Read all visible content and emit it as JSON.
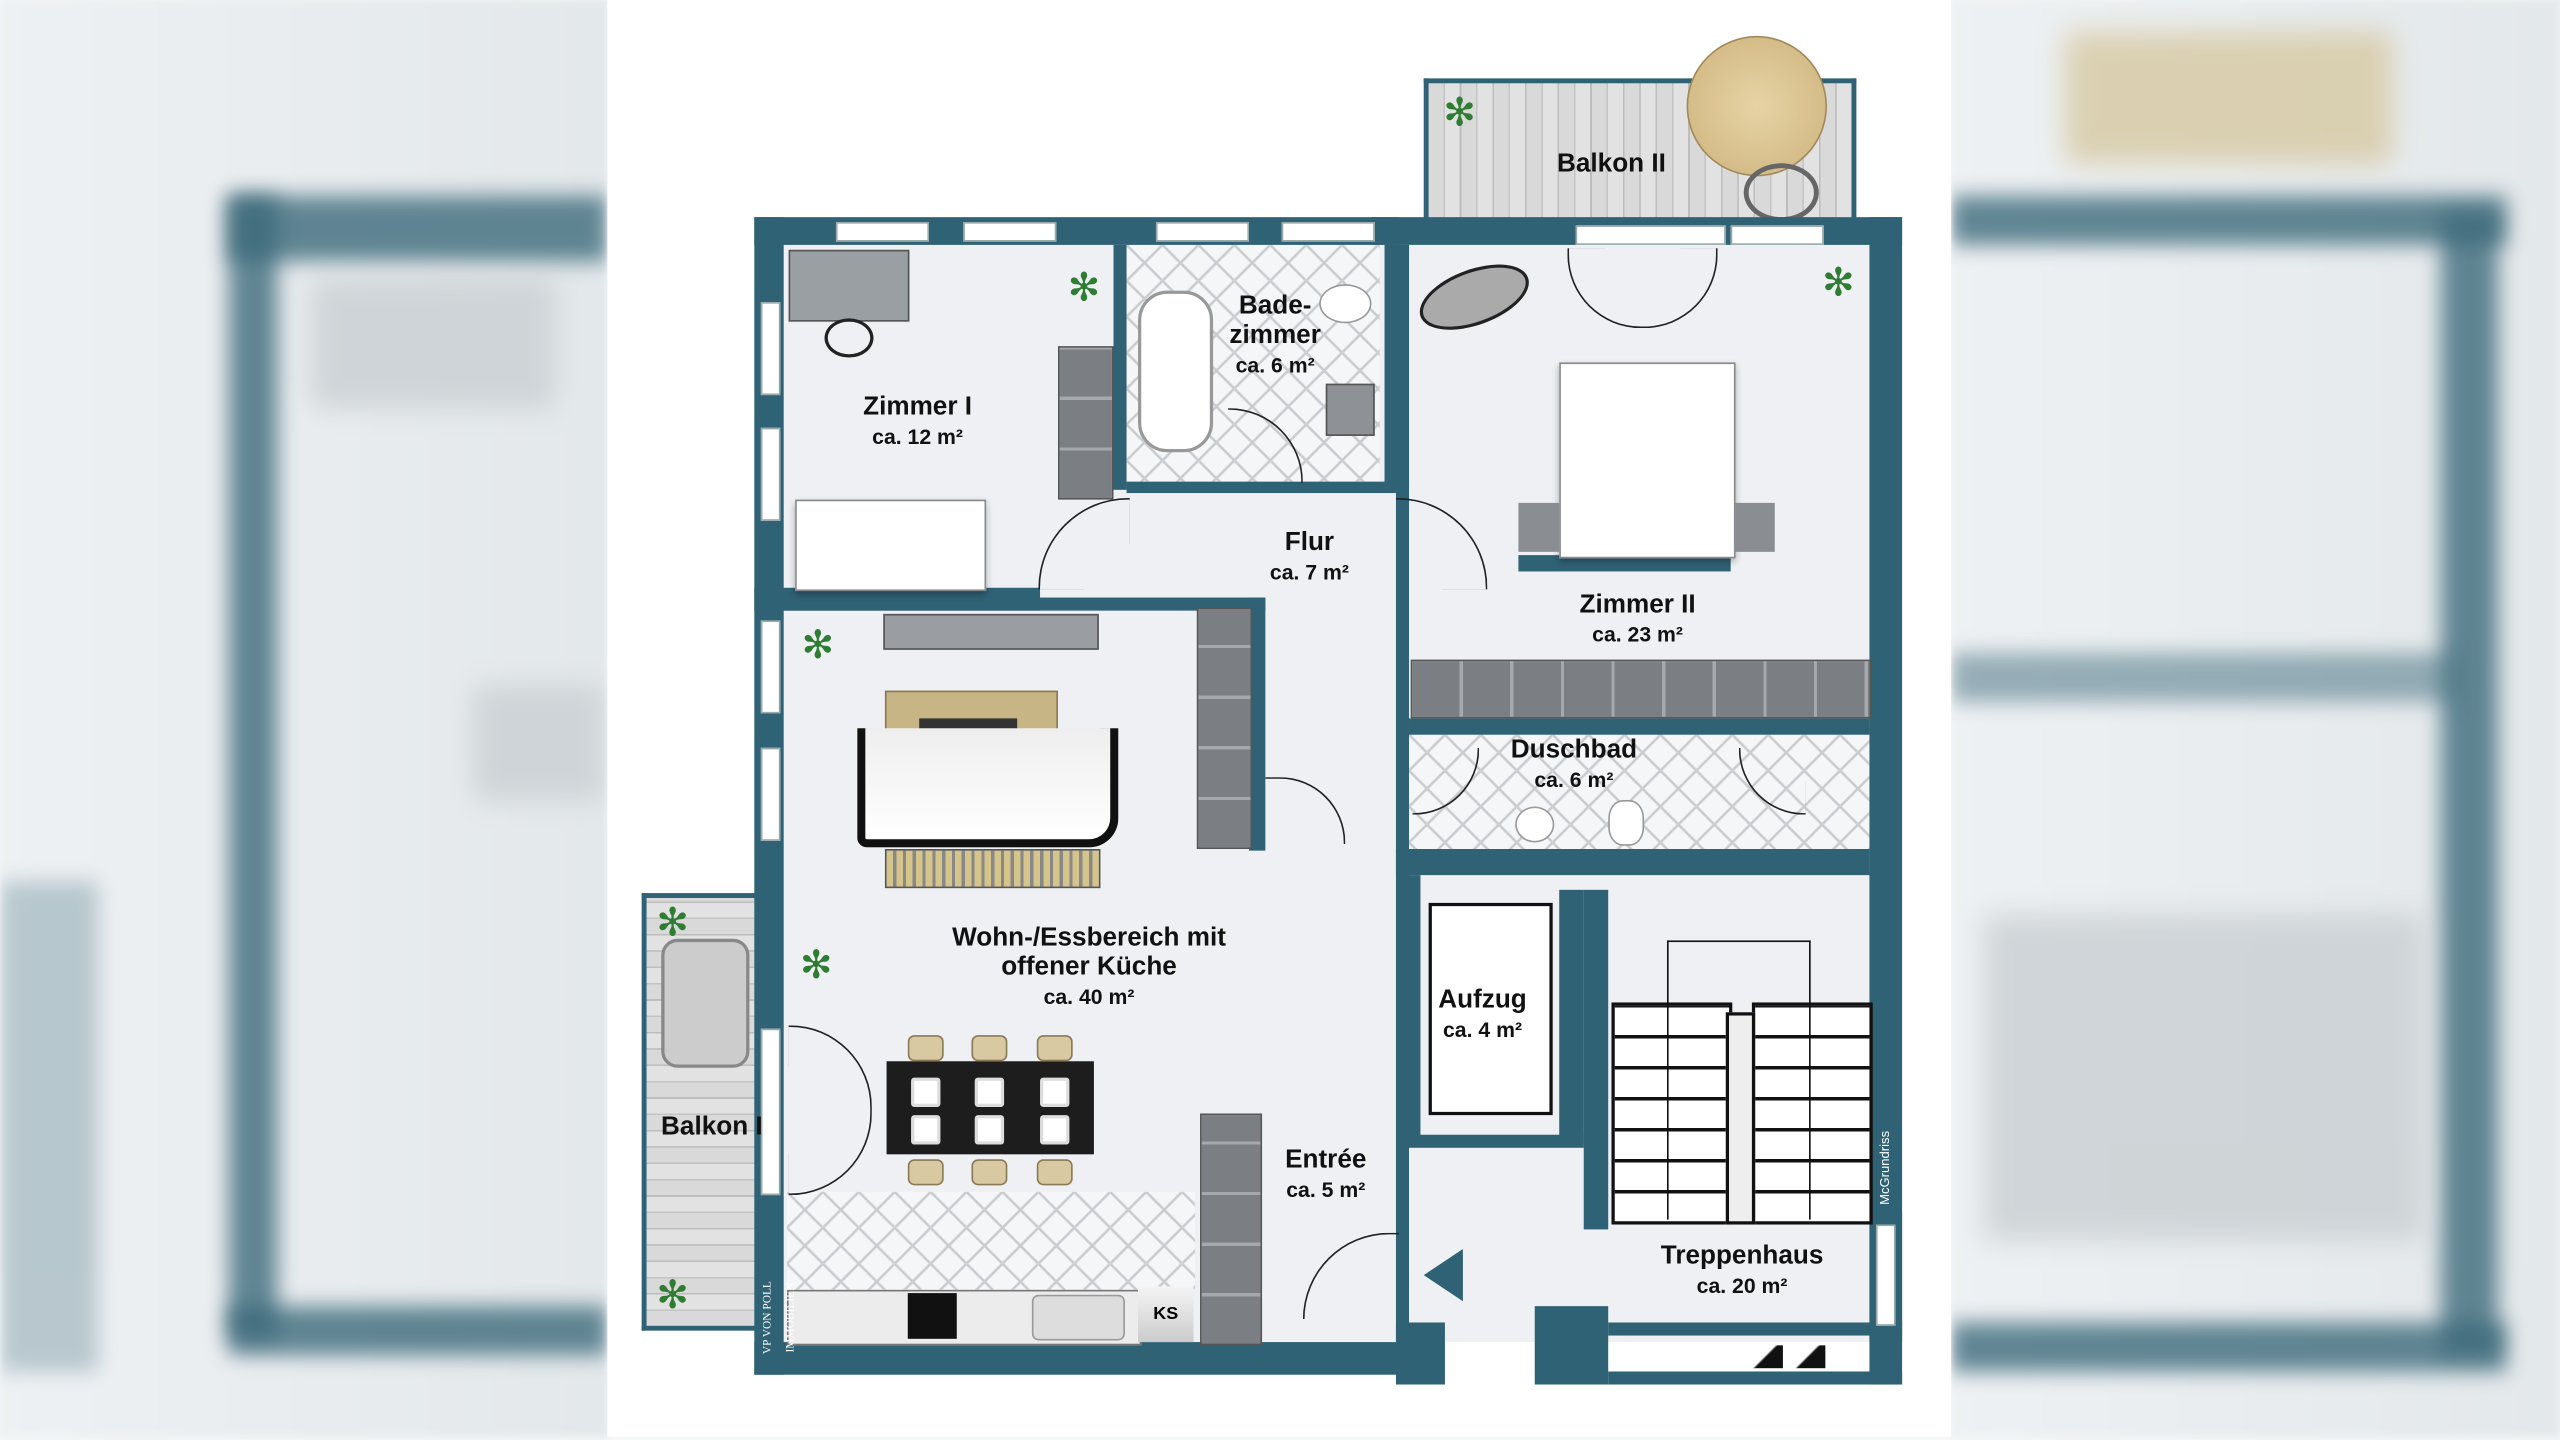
{
  "rooms": {
    "zimmer1": {
      "name": "Zimmer I",
      "area": "ca. 12 m²"
    },
    "bad": {
      "name1": "Bade-",
      "name2": "zimmer",
      "area": "ca. 6 m²"
    },
    "flur": {
      "name": "Flur",
      "area": "ca. 7 m²"
    },
    "zimmer2": {
      "name": "Zimmer II",
      "area": "ca. 23 m²"
    },
    "duschbad": {
      "name": "Duschbad",
      "area": "ca. 6 m²"
    },
    "wohn": {
      "name1": "Wohn-/Essbereich mit",
      "name2": "offener Küche",
      "area": "ca. 40 m²"
    },
    "aufzug": {
      "name": "Aufzug",
      "area": "ca. 4 m²"
    },
    "entree": {
      "name": "Entrée",
      "area": "ca. 5 m²"
    },
    "treppenhaus": {
      "name": "Treppenhaus",
      "area": "ca. 20 m²"
    },
    "balkon1": {
      "name": "Balkon I"
    },
    "balkon2": {
      "name": "Balkon II"
    }
  },
  "labels": {
    "fridge": "KS",
    "credit": "McGrundriss",
    "logo": "VP VON POLL IMMOBILIEN"
  },
  "colors": {
    "wall": "#2f6275",
    "floor": "#eef0f4"
  }
}
